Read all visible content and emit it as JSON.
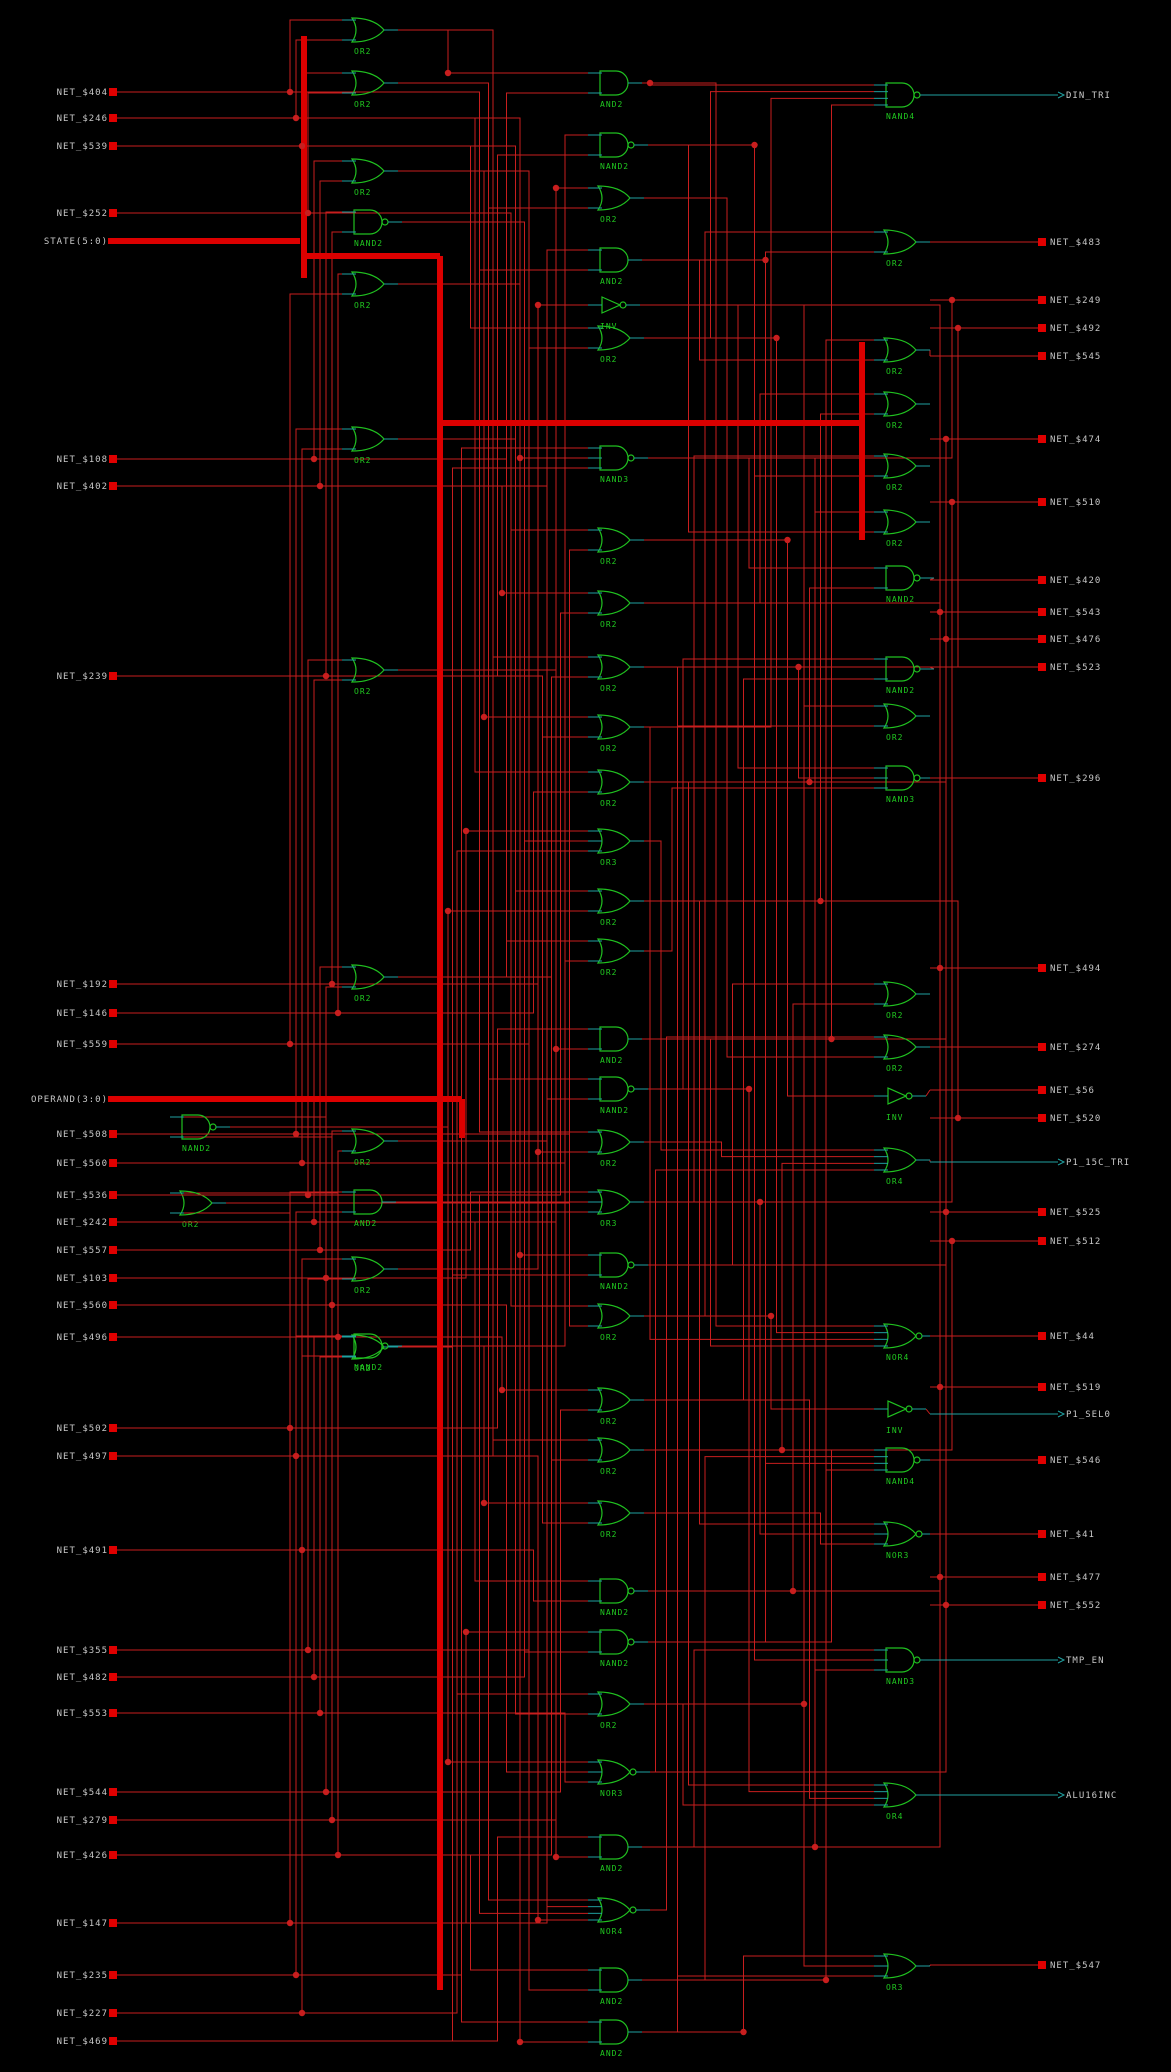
{
  "colors": {
    "background": "#000000",
    "wire": "#c81e1e",
    "bus": "#dc0000",
    "port": "#e00000",
    "gate": "#20c020",
    "pin": "#20a0a0",
    "label": "#c8c8c8"
  },
  "left_pins": [
    "NET_$404",
    "NET_$246",
    "NET_$539",
    "NET_$252",
    "STATE(5:0)",
    "NET_$108",
    "NET_$402",
    "NET_$239",
    "NET_$192",
    "NET_$146",
    "NET_$559",
    "OPERAND(3:0)",
    "NET_$508",
    "NET_$560",
    "NET_$536",
    "NET_$242",
    "NET_$557",
    "NET_$103",
    "NET_$560",
    "NET_$496",
    "NET_$502",
    "NET_$497",
    "NET_$491",
    "NET_$355",
    "NET_$482",
    "NET_$553",
    "NET_$544",
    "NET_$279",
    "NET_$426",
    "NET_$147",
    "NET_$235",
    "NET_$227",
    "NET_$469"
  ],
  "right_pins": [
    "DIN_TRI",
    "NET_$483",
    "NET_$249",
    "NET_$492",
    "NET_$545",
    "NET_$474",
    "NET_$510",
    "NET_$420",
    "NET_$543",
    "NET_$476",
    "NET_$523",
    "NET_$296",
    "NET_$494",
    "NET_$274",
    "NET_$56",
    "NET_$520",
    "P1_15C_TRI",
    "NET_$525",
    "NET_$512",
    "NET_$44",
    "NET_$519",
    "P1_SEL0",
    "NET_$546",
    "NET_$41",
    "NET_$477",
    "NET_$552",
    "TMP_EN",
    "ALU16INC",
    "NET_$547"
  ],
  "gates": {
    "column1": [
      "OR2",
      "OR2",
      "OR2",
      "NAND2",
      "OR2",
      "OR2",
      "OR2",
      "OR2",
      "OR2",
      "AND2",
      "OR2",
      "OR2",
      "NAND2",
      "OR2",
      "NAND2"
    ],
    "column2": [
      "AND2",
      "NAND2",
      "OR2",
      "AND2",
      "INV",
      "OR2",
      "NAND3",
      "OR2",
      "OR2",
      "OR2",
      "OR2",
      "OR2",
      "OR3",
      "OR2",
      "OR2",
      "AND2",
      "NAND2",
      "OR2",
      "OR3",
      "NAND2",
      "OR2",
      "OR2",
      "OR2",
      "OR2",
      "NAND2",
      "NAND2",
      "OR2",
      "NOR3",
      "AND2",
      "NOR4",
      "AND2",
      "AND2"
    ],
    "column3": [
      "NAND4",
      "OR2",
      "OR2",
      "OR2",
      "OR2",
      "OR2",
      "NAND2",
      "NAND2",
      "OR2",
      "NAND3",
      "OR2",
      "OR2",
      "INV",
      "OR4",
      "NOR4",
      "INV",
      "NAND4",
      "NOR3",
      "NAND3",
      "OR4",
      "OR3"
    ]
  }
}
